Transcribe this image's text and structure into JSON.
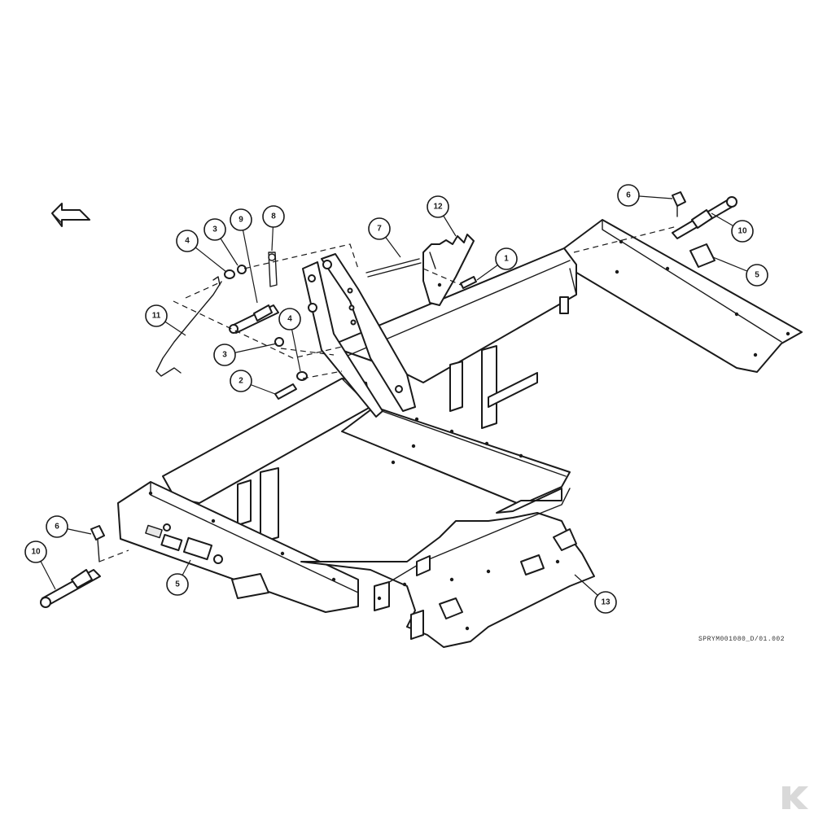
{
  "diagram": {
    "drawing_ref": "SPRYM001080_D/01.002",
    "callouts": [
      {
        "id": "c1",
        "label": "1"
      },
      {
        "id": "c2",
        "label": "2"
      },
      {
        "id": "c3a",
        "label": "3"
      },
      {
        "id": "c3b",
        "label": "3"
      },
      {
        "id": "c4a",
        "label": "4"
      },
      {
        "id": "c4b",
        "label": "4"
      },
      {
        "id": "c5a",
        "label": "5"
      },
      {
        "id": "c5b",
        "label": "5"
      },
      {
        "id": "c6a",
        "label": "6"
      },
      {
        "id": "c6b",
        "label": "6"
      },
      {
        "id": "c7",
        "label": "7"
      },
      {
        "id": "c8",
        "label": "8"
      },
      {
        "id": "c9",
        "label": "9"
      },
      {
        "id": "c10a",
        "label": "10"
      },
      {
        "id": "c10b",
        "label": "10"
      },
      {
        "id": "c11",
        "label": "11"
      },
      {
        "id": "c12",
        "label": "12"
      },
      {
        "id": "c13",
        "label": "13"
      }
    ],
    "direction_arrow": "arrow-icon",
    "brand_logo": "K"
  }
}
